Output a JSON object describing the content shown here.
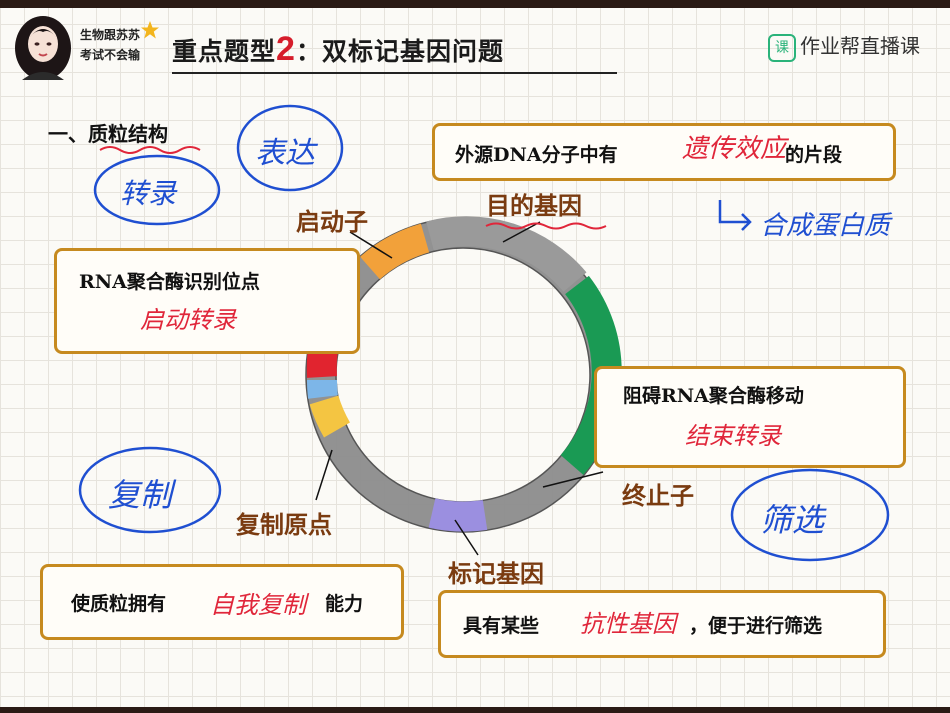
{
  "header": {
    "tagline_line1": "生物跟苏苏",
    "tagline_line2": "考试不会输",
    "title_prefix": "重点题型",
    "title_num": "2",
    "title_suffix": "：双标记基因问题",
    "brand_logo": "课",
    "brand_name": "作业帮直播课"
  },
  "section": {
    "heading": "一、质粒结构"
  },
  "boxes": {
    "exogenous_prefix": "外源DNA分子中有",
    "exogenous_suffix": "的片段",
    "rna_site": "RNA聚合酶识别位点",
    "block_rna": "阻碍RNA聚合酶移动",
    "replicate_prefix": "使质粒拥有",
    "replicate_suffix": "能力",
    "marker_prefix": "具有某些",
    "marker_suffix": "，便于进行筛选"
  },
  "labels": {
    "promoter": "启动子",
    "target_gene": "目的基因",
    "terminator": "终止子",
    "origin": "复制原点",
    "marker_gene": "标记基因"
  },
  "handwriting": {
    "transcription": "转录",
    "expression": "表达",
    "heredity_effect": "遗传效应",
    "protein": "合成蛋白质",
    "start_transcription": "启动转录",
    "end_transcription": "结束转录",
    "replicate": "复制",
    "screen": "筛选",
    "self_replicate": "自我复制",
    "resistance": "抗性基因"
  },
  "colors": {
    "box_border": "#c68a1f",
    "label_brown": "#7a3b10",
    "ink_red": "#e0263a",
    "ink_blue": "#1f4fd1",
    "ring_gray": "#8c8c8c",
    "promoter": "#f2a13a",
    "target": "#1a9a54",
    "marker": "#9b8fe0",
    "origin_yellow": "#f4c542",
    "origin_red": "#e1242f",
    "origin_blue": "#7db6e8"
  }
}
